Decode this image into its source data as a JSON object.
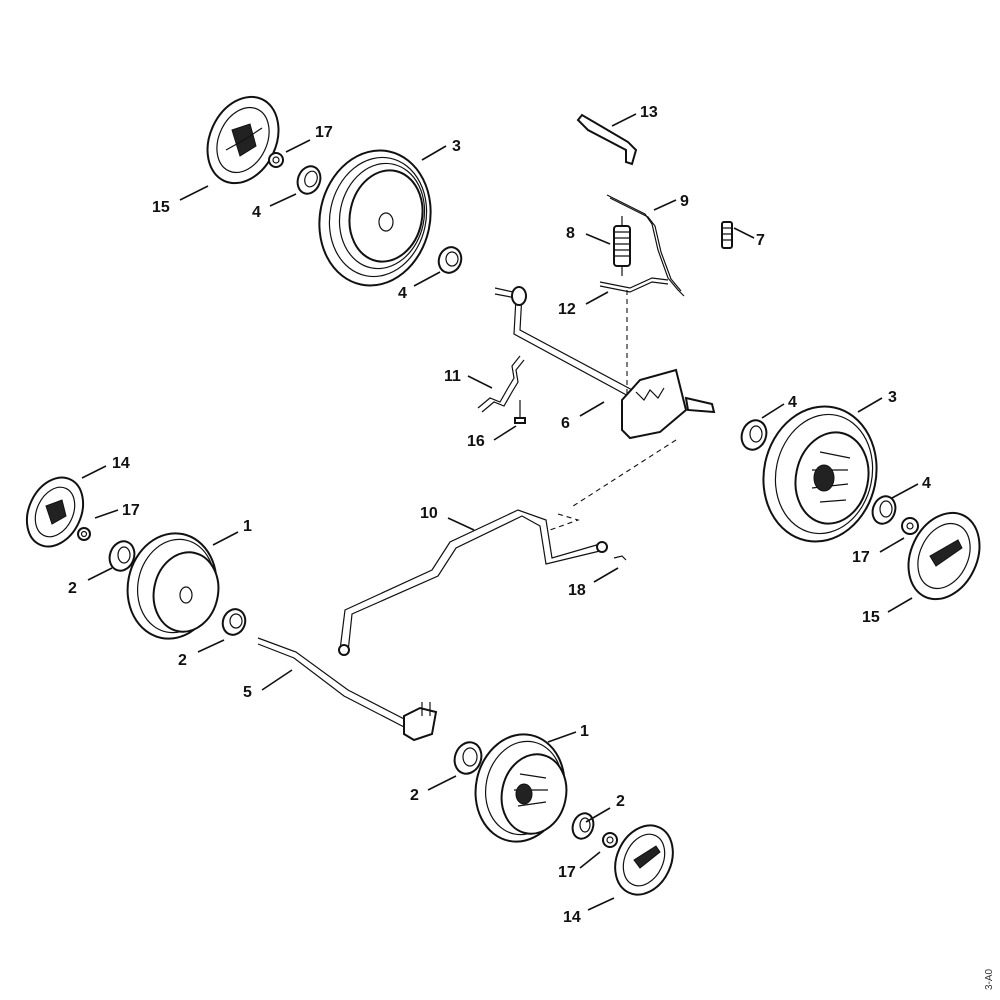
{
  "callouts": [
    {
      "id": "c01",
      "text": "1"
    },
    {
      "id": "c02",
      "text": "2"
    },
    {
      "id": "c03",
      "text": "2"
    },
    {
      "id": "c04",
      "text": "5"
    },
    {
      "id": "c05",
      "text": "1"
    },
    {
      "id": "c06",
      "text": "2"
    },
    {
      "id": "c07",
      "text": "2"
    },
    {
      "id": "c08",
      "text": "17"
    },
    {
      "id": "c09",
      "text": "14"
    },
    {
      "id": "c10",
      "text": "14"
    },
    {
      "id": "c11",
      "text": "17"
    },
    {
      "id": "c12",
      "text": "15"
    },
    {
      "id": "c13",
      "text": "17"
    },
    {
      "id": "c14",
      "text": "4"
    },
    {
      "id": "c15",
      "text": "3"
    },
    {
      "id": "c16",
      "text": "4"
    },
    {
      "id": "c17",
      "text": "13"
    },
    {
      "id": "c18",
      "text": "9"
    },
    {
      "id": "c19",
      "text": "8"
    },
    {
      "id": "c20",
      "text": "7"
    },
    {
      "id": "c21",
      "text": "12"
    },
    {
      "id": "c22",
      "text": "11"
    },
    {
      "id": "c23",
      "text": "16"
    },
    {
      "id": "c24",
      "text": "6"
    },
    {
      "id": "c25",
      "text": "4"
    },
    {
      "id": "c26",
      "text": "3"
    },
    {
      "id": "c27",
      "text": "4"
    },
    {
      "id": "c28",
      "text": "17"
    },
    {
      "id": "c29",
      "text": "15"
    },
    {
      "id": "c30",
      "text": "10"
    },
    {
      "id": "c31",
      "text": "18"
    }
  ],
  "drawing_code": "3-A0"
}
